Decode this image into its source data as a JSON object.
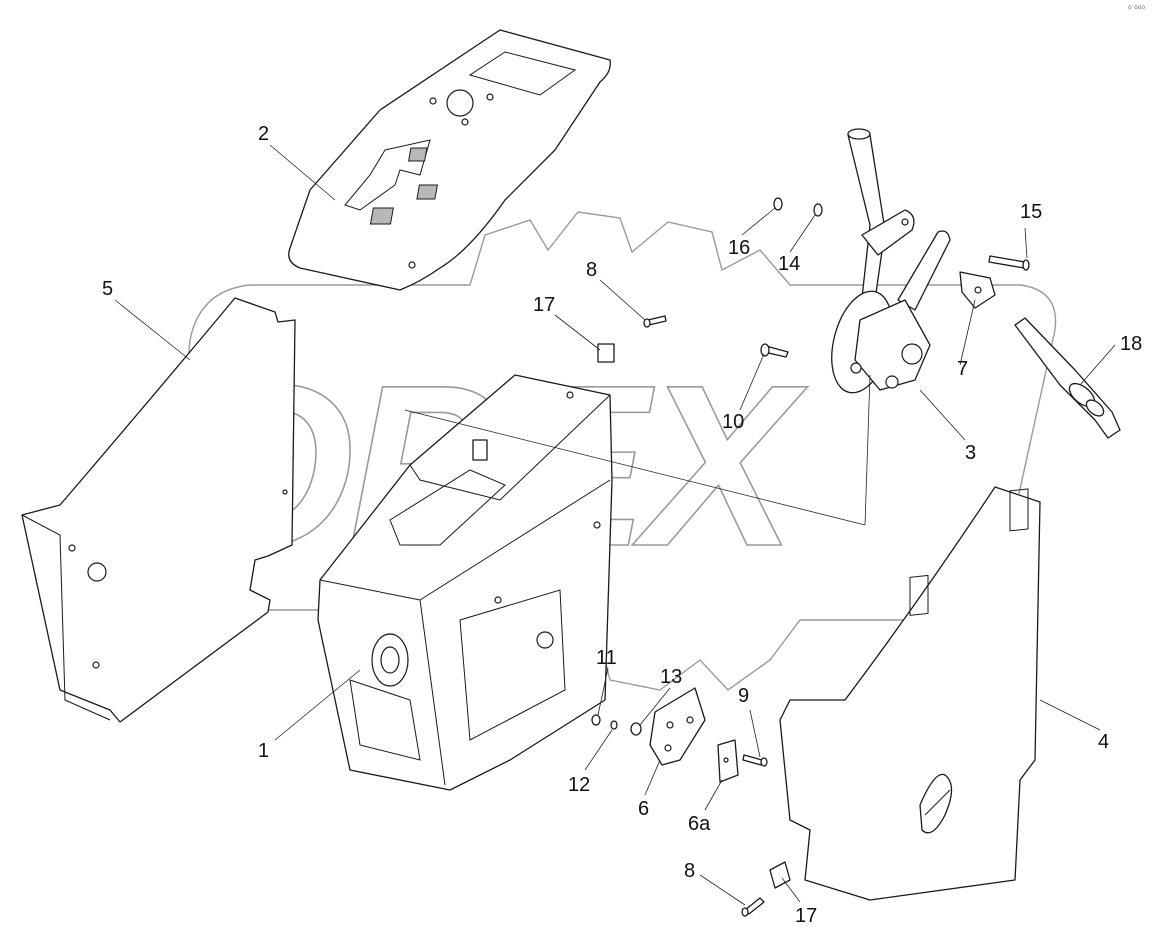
{
  "corner_mark": "⁰ ⁰⁰⁰",
  "watermark": "OPEX",
  "callouts": [
    {
      "id": "c-1",
      "text": "1"
    },
    {
      "id": "c-2",
      "text": "2"
    },
    {
      "id": "c-3",
      "text": "3"
    },
    {
      "id": "c-4",
      "text": "4"
    },
    {
      "id": "c-5",
      "text": "5"
    },
    {
      "id": "c-6",
      "text": "6"
    },
    {
      "id": "c-6a",
      "text": "6a"
    },
    {
      "id": "c-7",
      "text": "7"
    },
    {
      "id": "c-8a",
      "text": "8"
    },
    {
      "id": "c-8b",
      "text": "8"
    },
    {
      "id": "c-9",
      "text": "9"
    },
    {
      "id": "c-10",
      "text": "10"
    },
    {
      "id": "c-11",
      "text": "11"
    },
    {
      "id": "c-12",
      "text": "12"
    },
    {
      "id": "c-13",
      "text": "13"
    },
    {
      "id": "c-14",
      "text": "14"
    },
    {
      "id": "c-15",
      "text": "15"
    },
    {
      "id": "c-16",
      "text": "16"
    },
    {
      "id": "c-17a",
      "text": "17"
    },
    {
      "id": "c-17b",
      "text": "17"
    },
    {
      "id": "c-18",
      "text": "18"
    }
  ]
}
